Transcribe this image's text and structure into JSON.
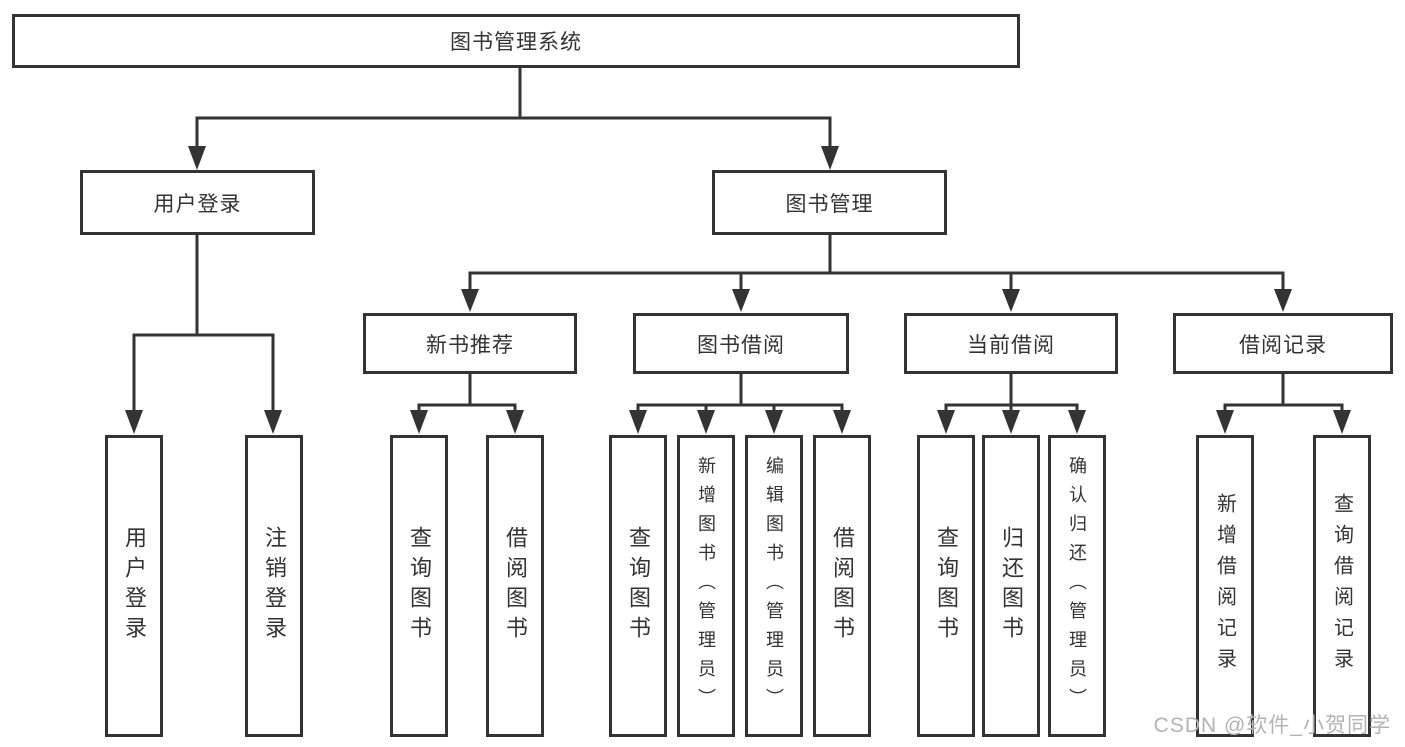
{
  "tree": {
    "root": "图书管理系统",
    "children": [
      {
        "label": "用户登录",
        "children": [
          "用户登录",
          "注销登录"
        ]
      },
      {
        "label": "图书管理",
        "children": [
          {
            "label": "新书推荐",
            "children": [
              "查询图书",
              "借阅图书"
            ]
          },
          {
            "label": "图书借阅",
            "children": [
              "查询图书",
              "新增图书（管理员）",
              "编辑图书（管理员）",
              "借阅图书"
            ]
          },
          {
            "label": "当前借阅",
            "children": [
              "查询图书",
              "归还图书",
              "确认归还（管理员）"
            ]
          },
          {
            "label": "借阅记录",
            "children": [
              "新增借阅记录",
              "查询借阅记录"
            ]
          }
        ]
      }
    ]
  },
  "watermark": "CSDN @软件_小贺同学",
  "colors": {
    "line": "#333333",
    "text": "#333333",
    "background": "#ffffff",
    "watermark": "#b3b3b3"
  }
}
